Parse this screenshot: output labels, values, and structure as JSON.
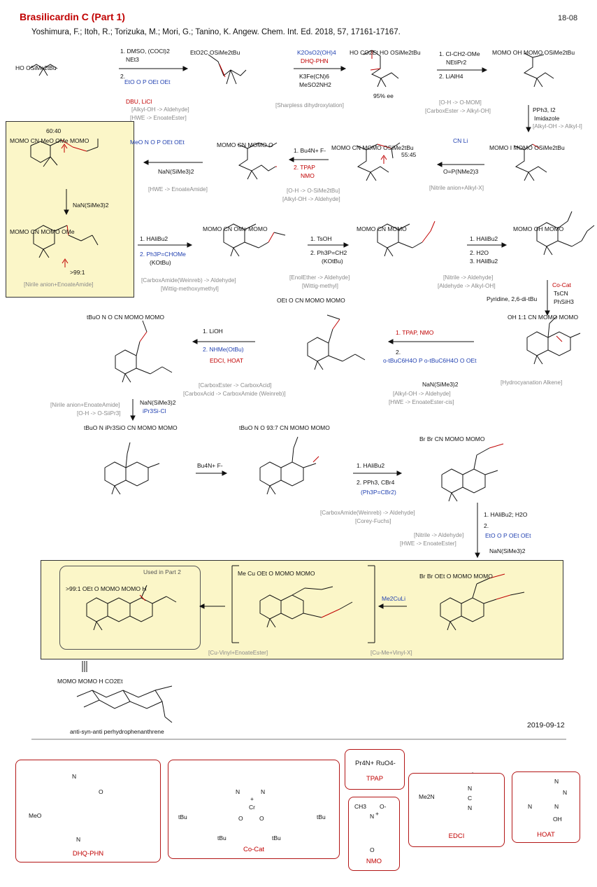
{
  "header": {
    "title": "Brasilicardin C (Part 1)",
    "code": "18-08",
    "reference": "Yoshimura, F.; Itoh, R.; Torizuka, M.; Mori, G.; Tanino, K. Angew. Chem. Int. Ed. 2018, 57, 17161-17167.",
    "date": "2019-09-12"
  },
  "molecules": {
    "sm_label": "HO  OSiMe2tBu",
    "m1_label": "EtO2C  OSiMe2tBu",
    "m2_label": "HO  CO2Et  HO  OSiMe2tBu",
    "m2_ee": "95% ee",
    "m3_label": "MOMO  OH  MOMO  OSiMe2tBu",
    "m4_label": "MOMO  I  MOMO  OSiMe2tBu",
    "m5_label": "MOMO  CN  MOMO  OSiMe2tBu",
    "m5_ratio": "55:45",
    "m6_label": "MOMO  CN  MOMO  O",
    "m7_label": "MOMO  CN  MeO  OMe  MOMO",
    "m7_ratio": "60:40",
    "m8_label": "MOMO  CN  MOMO  OMe",
    "m8_ratio": ">99:1",
    "m9_label": "MOMO  CN  OMe  MOMO",
    "m10_label": "MOMO  CN  MOMO",
    "m11_label": "MOMO  OH  MOMO",
    "m12_label": "OH  1:1  CN  MOMO  MOMO",
    "m13_label": "OEt  O  CN  MOMO  MOMO",
    "m14_label": "tBuO  N  O  CN  MOMO  MOMO",
    "m15_label": "tBuO  N  iPr3SiO  CN  MOMO  MOMO",
    "m16_label": "tBuO  N  O  93:7  CN  MOMO  MOMO",
    "m16_ratio": "93:7",
    "m17_label": "Br  Br  CN  MOMO  MOMO",
    "m18_label": "Br  Br  OEt  O  MOMO  MOMO",
    "m19_label": "Me  Cu  OEt  O  MOMO  MOMO",
    "m20_label": ">99:1  OEt  O  MOMO  MOMO  H",
    "m20_used": "Used in Part 2",
    "m21_label": "MOMO  MOMO  H  CO2Et",
    "m21_caption": "anti-syn-anti perhydrophenanthrene",
    "m7_reagent_label": "MeO  N  O  P  OEt  OEt",
    "m3_reagent_label": "EtO  O  P  OEt  OEt",
    "m13_reagent_label": "o-tBuC6H4O  P  o-tBuC6H4O  O  OEt",
    "m18_reagent_label": "EtO  O  P  OEt  OEt",
    "nitrile_reagent_label": "CN  Li"
  },
  "steps": {
    "s1": [
      "1. DMSO, (COCl)2",
      "NEt3",
      "2.",
      "DBU, LiCl"
    ],
    "s1_tags": [
      "[Alkyl-OH -> Aldehyde]",
      "[HWE -> EnoateEster]"
    ],
    "s2": [
      "K2OsO2(OH)4",
      "DHQ-PHN",
      "K3Fe(CN)6",
      "MeSO2NH2"
    ],
    "s2_tags": [
      "[Sharpless dihydroxylation]"
    ],
    "s3": [
      "1. Cl-CH2-OMe",
      "NEtiPr2",
      "2. LiAlH4"
    ],
    "s3_tags": [
      "[O-H -> O-MOM]",
      "[CarboxEster -> Alkyl-OH]"
    ],
    "s4": [
      "PPh3, I2",
      "Imidazole"
    ],
    "s4_tags": [
      "[Alkyl-OH -> Alkyl-I]"
    ],
    "s5": [
      "O=P(NMe2)3"
    ],
    "s5_tags": [
      "[Nitrile anion+Alkyl-X]"
    ],
    "s6": [
      "1. Bu4N+ F-",
      "2. TPAP",
      "NMO"
    ],
    "s6_tags": [
      "[O-H -> O-SiMe2tBu]",
      "[Alkyl-OH -> Aldehyde]"
    ],
    "s7": [
      "NaN(SiMe3)2"
    ],
    "s7_tags": [
      "[HWE -> EnoateAmide]"
    ],
    "s8": [
      "NaN(SiMe3)2"
    ],
    "s8_tags": [
      "[Nirile anion+EnoateAmide]"
    ],
    "s9": [
      "1. HAliBu2",
      "2. Ph3P=CHOMe",
      "(KOtBu)"
    ],
    "s9_tags": [
      "[CarboxAmide(Weinreb) -> Aldehyde]",
      "[Wittig-methoxymethyl]"
    ],
    "s10": [
      "1. TsOH",
      "2. Ph3P=CH2",
      "(KOtBu)"
    ],
    "s10_tags": [
      "[EnolEther -> Aldehyde]",
      "[Wittig-methyl]"
    ],
    "s11": [
      "1. HAliBu2",
      "2. H2O",
      "3. HAliBu2"
    ],
    "s11_tags": [
      "[Nitrile -> Aldehyde]",
      "[Aldehyde -> Alkyl-OH]"
    ],
    "s12": [
      "Co-Cat",
      "TsCN",
      "PhSiH3",
      "Pyridine, 2,6-di-tBu"
    ],
    "s12_tags": [
      "[Hydrocyanation  Alkene]"
    ],
    "s13": [
      "1. TPAP, NMO",
      "2.",
      "NaN(SiMe3)2"
    ],
    "s13_tags": [
      "[Alkyl-OH -> Aldehyde]",
      "[HWE -> EnoateEster-cis]"
    ],
    "s14": [
      "1. LiOH",
      "2. NHMe(OtBu)",
      "EDCI, HOAT"
    ],
    "s14_tags": [
      "[CarboxEster -> CarboxAcid]",
      "[CarboxAcid -> CarboxAmide (Weinreb)]"
    ],
    "s15": [
      "NaN(SiMe3)2",
      "iPr3Si-Cl"
    ],
    "s15_tags": [
      "[Nirile anion+EnoateAmide]",
      "[O-H -> O-SiiPr3]"
    ],
    "s16": [
      "Bu4N+ F-"
    ],
    "s17": [
      "1. HAliBu2",
      "2. PPh3, CBr4",
      "(Ph3P=CBr2)"
    ],
    "s17_tags": [
      "[CarboxAmide(Weinreb) -> Aldehyde]",
      "[Corey-Fuchs]"
    ],
    "s18": [
      "1. HAliBu2; H2O",
      "2.",
      "NaN(SiMe3)2"
    ],
    "s18_tags": [
      "[Nitrile -> Aldehyde]",
      "[HWE -> EnoateEster]"
    ],
    "s19": [
      "Me2CuLi"
    ],
    "s19_tags": [
      "[Cu-Me+Vinyl-X]"
    ],
    "s20_tags": [
      "[Cu-Vinyl+EnoateEster]"
    ]
  },
  "reagents": {
    "dhq": {
      "name": "DHQ-PHN",
      "text": [
        "N",
        "O",
        "MeO",
        "N"
      ]
    },
    "cocat": {
      "name": "Co-Cat",
      "text": [
        "N",
        "N",
        "Cr",
        "+",
        "O",
        "O",
        "tBu",
        "tBu",
        "tBu",
        "tBu"
      ]
    },
    "tpap": {
      "name": "TPAP",
      "formula": "Pr4N+ RuO4-"
    },
    "nmo": {
      "name": "NMO",
      "text": [
        "CH3",
        "O-",
        "N",
        "+",
        "O"
      ]
    },
    "edci": {
      "name": "EDCI",
      "text": [
        "Me2N",
        "N",
        "C",
        "N"
      ]
    },
    "hoat": {
      "name": "HOAT",
      "text": [
        "N",
        "N",
        "N",
        "N",
        "OH"
      ]
    }
  },
  "colors": {
    "title": "#c00000",
    "reagent_blue": "#1f3fb0",
    "tag_gray": "#8a8a8a",
    "highlight_box": "#fbf6c8",
    "reagent_box_border": "#b31515"
  }
}
